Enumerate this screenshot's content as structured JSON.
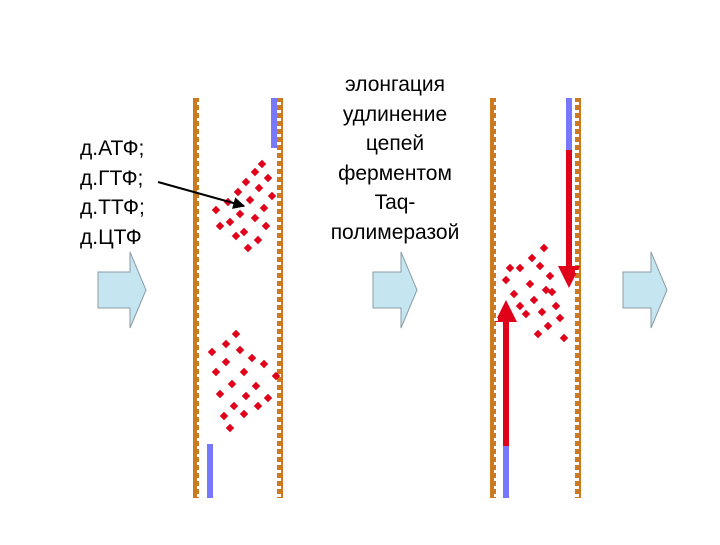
{
  "nucleotides": [
    "д.АТФ;",
    "д.ГТФ;",
    "д.ТТФ;",
    "д.ЦТФ"
  ],
  "description": [
    "элонгация",
    "удлинение",
    "цепей",
    "ферментом",
    "Taq-",
    "полимеразой"
  ],
  "colors": {
    "template_strand": "#cc7a22",
    "primer": "#7777ff",
    "nucleotide": "#e0001a",
    "arrow_fill": "#c5e6f0",
    "arrow_stroke": "#8a9ca6"
  }
}
